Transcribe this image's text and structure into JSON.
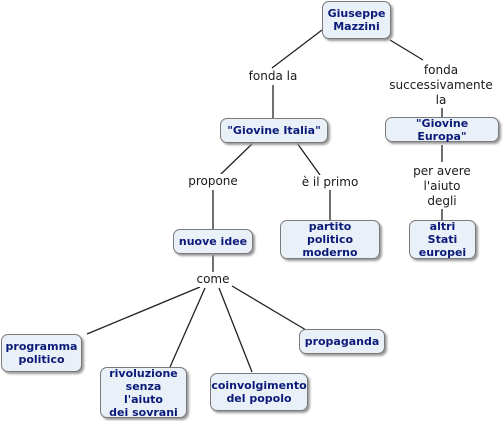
{
  "nodes": {
    "mazzini": "Giuseppe\nMazzini",
    "giovine_italia": "\"Giovine Italia\"",
    "giovine_europa": "\"Giovine Europa\"",
    "nuove_idee": "nuove idee",
    "partito": "partito politico\nmoderno",
    "altri_stati": "altri Stati\neuropei",
    "programma": "programma\npolitico",
    "rivoluzione": "rivoluzione\nsenza l'aiuto\ndei sovrani",
    "coinvolgimento": "coinvolgimento\ndel popolo",
    "propaganda": "propaganda"
  },
  "labels": {
    "fonda_la": "fonda la",
    "fonda_successivamente": "fonda\nsuccessivamente la",
    "propone": "propone",
    "e_il_primo": "è il primo",
    "per_avere": "per avere\nl'aiuto degli",
    "come": "come"
  }
}
